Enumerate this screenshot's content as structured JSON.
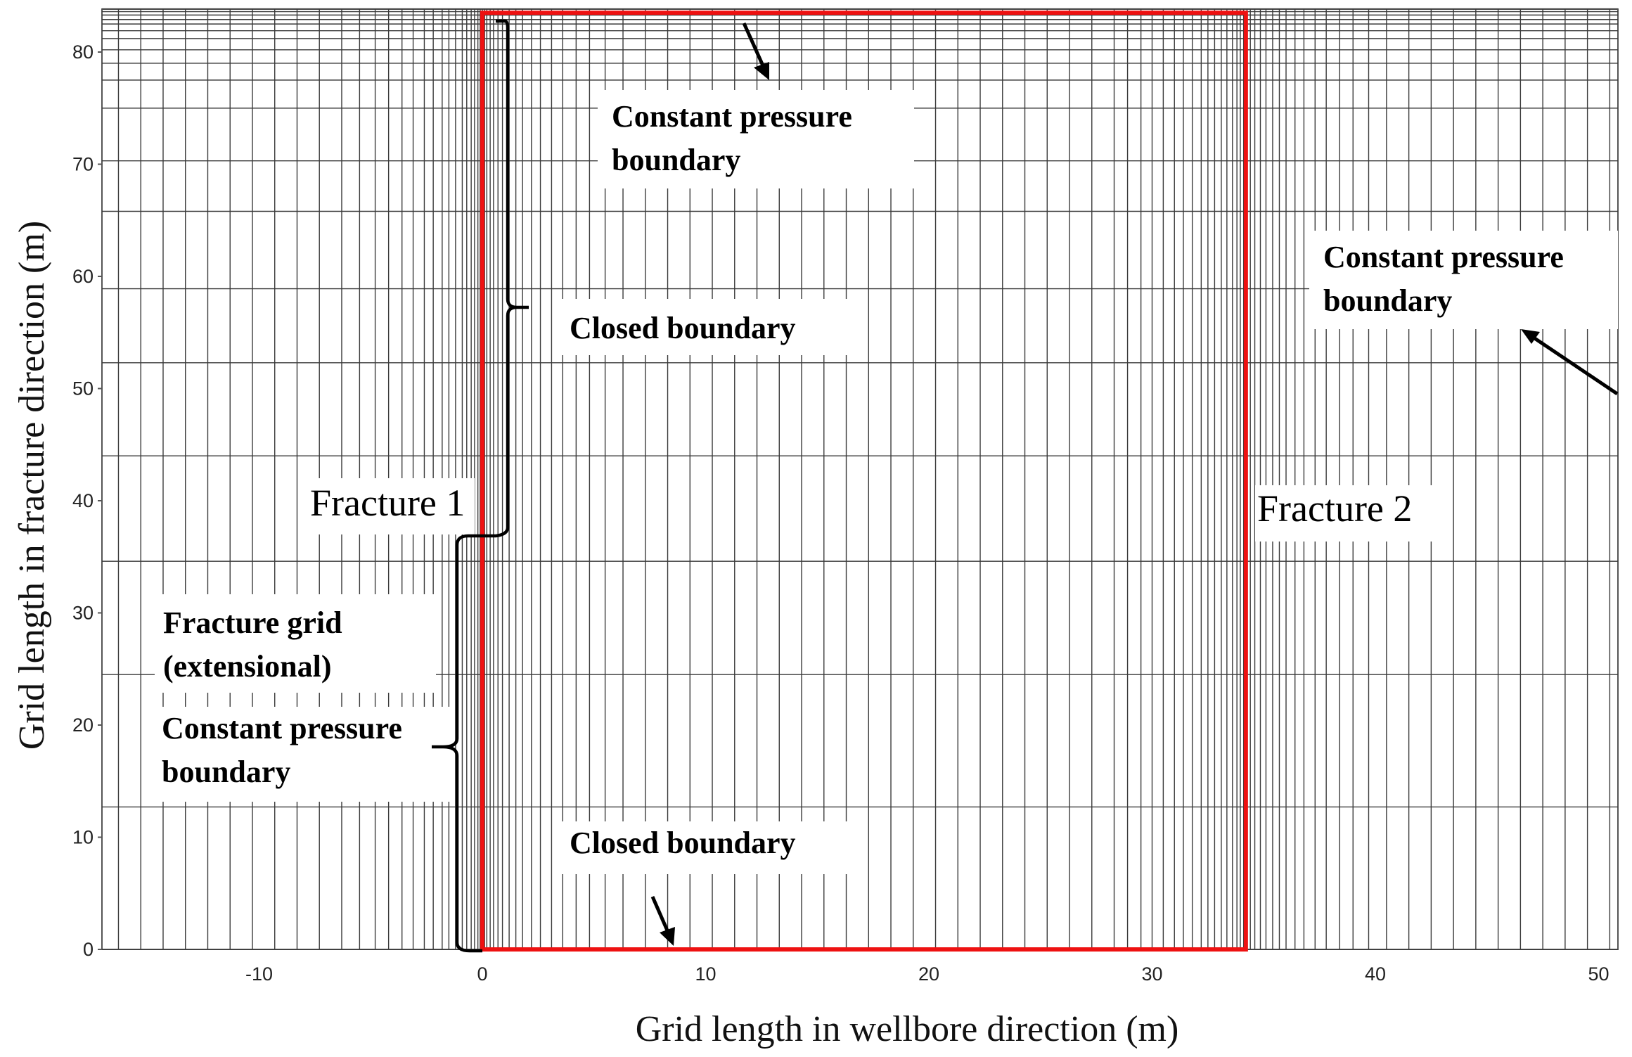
{
  "chart_data": {
    "type": "grid-diagram",
    "xlabel": "Grid length in wellbore direction (m)",
    "ylabel": "Grid length in fracture direction (m)",
    "xlim": [
      -17,
      51.2
    ],
    "ylim": [
      0,
      84
    ],
    "x_ticks": [
      -10,
      0,
      10,
      20,
      30,
      40,
      50
    ],
    "y_ticks": [
      0,
      10,
      20,
      30,
      40,
      50,
      60,
      70,
      80
    ],
    "vertical_grid_lines": [
      -16.3,
      -15.3,
      -14.3,
      -13.3,
      -12.3,
      -11.3,
      -10.3,
      -9.3,
      -8.3,
      -7.3,
      -6.3,
      -5.5,
      -4.8,
      -4.2,
      -3.6,
      -3.1,
      -2.6,
      -2.2,
      -1.8,
      -1.5,
      -1.2,
      -0.9,
      -0.7,
      -0.5,
      -0.35,
      -0.2,
      -0.1,
      0,
      0.1,
      0.2,
      0.35,
      0.5,
      0.7,
      0.9,
      1.2,
      1.5,
      1.8,
      2.2,
      2.6,
      3.1,
      3.6,
      4.2,
      4.8,
      5.5,
      6.3,
      7.3,
      8.3,
      9.3,
      10.3,
      11.3,
      12.3,
      13.3,
      14.3,
      15.3,
      16.3,
      17.3,
      18.3,
      19.3,
      20.3,
      21.3,
      22.3,
      23.3,
      24.3,
      25.3,
      26.3,
      27.3,
      28.3,
      28.9,
      29.5,
      30.0,
      30.5,
      31.0,
      31.4,
      31.8,
      32.2,
      32.5,
      32.8,
      33.1,
      33.35,
      33.6,
      33.8,
      33.95,
      34.1,
      34.25,
      34.4,
      34.6,
      34.85,
      35.1,
      35.4,
      35.7,
      36.0,
      36.4,
      36.8,
      37.3,
      37.8,
      38.4,
      39.0,
      39.7,
      40.5,
      41.5,
      42.5,
      43.5,
      44.5,
      45.5,
      46.5,
      47.5,
      48.5,
      49.5,
      50.5
    ],
    "horizontal_grid_lines": [
      0,
      12.7,
      24.5,
      34.6,
      44,
      52.3,
      58.9,
      65.8,
      70.3,
      75,
      77.5,
      79,
      80.2,
      81.2,
      81.9,
      82.5,
      82.9,
      83.3,
      83.6,
      83.85
    ],
    "red_box": {
      "x": [
        0,
        34.2
      ],
      "y": [
        0,
        83.5
      ]
    },
    "fracture_1_x": 0,
    "fracture_2_x": 34.2,
    "colors": {
      "grid": "#3a3a3a",
      "box": "#ee1111",
      "brace": "#000000"
    },
    "annotations": [
      {
        "id": "top-constant-pressure",
        "lines": [
          "Constant pressure",
          "boundary"
        ]
      },
      {
        "id": "closed-boundary-upper",
        "lines": [
          "Closed boundary"
        ]
      },
      {
        "id": "right-constant-pressure",
        "lines": [
          "Constant pressure",
          "boundary"
        ]
      },
      {
        "id": "fracture-1",
        "text": "Fracture 1"
      },
      {
        "id": "fracture-2",
        "text": "Fracture 2"
      },
      {
        "id": "fracture-grid",
        "lines": [
          "Fracture grid",
          "(extensional)"
        ]
      },
      {
        "id": "left-constant-pressure",
        "lines": [
          "Constant pressure",
          "boundary"
        ]
      },
      {
        "id": "closed-boundary-lower",
        "lines": [
          "Closed boundary"
        ]
      }
    ]
  }
}
